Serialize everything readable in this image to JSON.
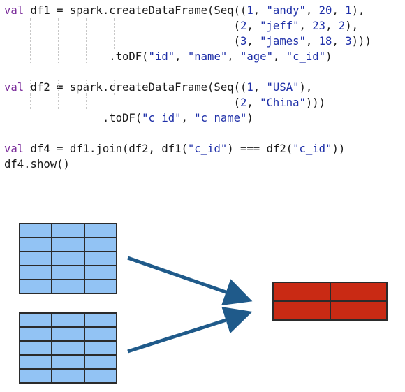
{
  "code": {
    "lines": [
      {
        "id": "l1",
        "tokens": [
          {
            "t": "val",
            "c": "kw"
          },
          {
            "t": " df1 = spark.createDataFrame(Seq(("
          },
          {
            "t": "1",
            "c": "num"
          },
          {
            "t": ", "
          },
          {
            "t": "\"andy\"",
            "c": "str"
          },
          {
            "t": ", "
          },
          {
            "t": "20",
            "c": "num"
          },
          {
            "t": ", "
          },
          {
            "t": "1",
            "c": "num"
          },
          {
            "t": "),"
          }
        ]
      },
      {
        "id": "l2",
        "tokens": [
          {
            "t": "                                   ("
          },
          {
            "t": "2",
            "c": "num"
          },
          {
            "t": ", "
          },
          {
            "t": "\"jeff\"",
            "c": "str"
          },
          {
            "t": ", "
          },
          {
            "t": "23",
            "c": "num"
          },
          {
            "t": ", "
          },
          {
            "t": "2",
            "c": "num"
          },
          {
            "t": "),"
          }
        ]
      },
      {
        "id": "l3",
        "tokens": [
          {
            "t": "                                   ("
          },
          {
            "t": "3",
            "c": "num"
          },
          {
            "t": ", "
          },
          {
            "t": "\"james\"",
            "c": "str"
          },
          {
            "t": ", "
          },
          {
            "t": "18",
            "c": "num"
          },
          {
            "t": ", "
          },
          {
            "t": "3",
            "c": "num"
          },
          {
            "t": ")))"
          }
        ]
      },
      {
        "id": "l4",
        "tokens": [
          {
            "t": "                .toDF("
          },
          {
            "t": "\"id\"",
            "c": "str"
          },
          {
            "t": ", "
          },
          {
            "t": "\"name\"",
            "c": "str"
          },
          {
            "t": ", "
          },
          {
            "t": "\"age\"",
            "c": "str"
          },
          {
            "t": ", "
          },
          {
            "t": "\"c_id\"",
            "c": "str"
          },
          {
            "t": ")"
          }
        ]
      },
      {
        "id": "blank1",
        "tokens": []
      },
      {
        "id": "l5",
        "tokens": [
          {
            "t": "val",
            "c": "kw"
          },
          {
            "t": " df2 = spark.createDataFrame(Seq(("
          },
          {
            "t": "1",
            "c": "num"
          },
          {
            "t": ", "
          },
          {
            "t": "\"USA\"",
            "c": "str"
          },
          {
            "t": "),"
          }
        ]
      },
      {
        "id": "l6",
        "tokens": [
          {
            "t": "                                   ("
          },
          {
            "t": "2",
            "c": "num"
          },
          {
            "t": ", "
          },
          {
            "t": "\"China\"",
            "c": "str"
          },
          {
            "t": ")))"
          }
        ]
      },
      {
        "id": "l7",
        "tokens": [
          {
            "t": "               .toDF("
          },
          {
            "t": "\"c_id\"",
            "c": "str"
          },
          {
            "t": ", "
          },
          {
            "t": "\"c_name\"",
            "c": "str"
          },
          {
            "t": ")"
          }
        ]
      },
      {
        "id": "blank2",
        "tokens": []
      },
      {
        "id": "l8",
        "tokens": [
          {
            "t": "val",
            "c": "kw"
          },
          {
            "t": " df4 = df1.join(df2, df1("
          },
          {
            "t": "\"c_id\"",
            "c": "str"
          },
          {
            "t": ") === df2("
          },
          {
            "t": "\"c_id\"",
            "c": "str"
          },
          {
            "t": "))"
          }
        ]
      },
      {
        "id": "l9",
        "tokens": [
          {
            "t": "df4.show()"
          }
        ]
      }
    ]
  },
  "colors": {
    "keyword": "#7b2d9b",
    "string": "#1e2fa8",
    "table_blue": "#92c3f4",
    "table_red": "#c92a14",
    "arrow": "#1f5a8a"
  },
  "diagram": {
    "tables": [
      {
        "id": "df1-table",
        "rows": 5,
        "cols": 3,
        "color": "blue"
      },
      {
        "id": "df2-table",
        "rows": 5,
        "cols": 3,
        "color": "blue"
      },
      {
        "id": "result-table",
        "rows": 2,
        "cols": 2,
        "color": "red"
      }
    ]
  }
}
